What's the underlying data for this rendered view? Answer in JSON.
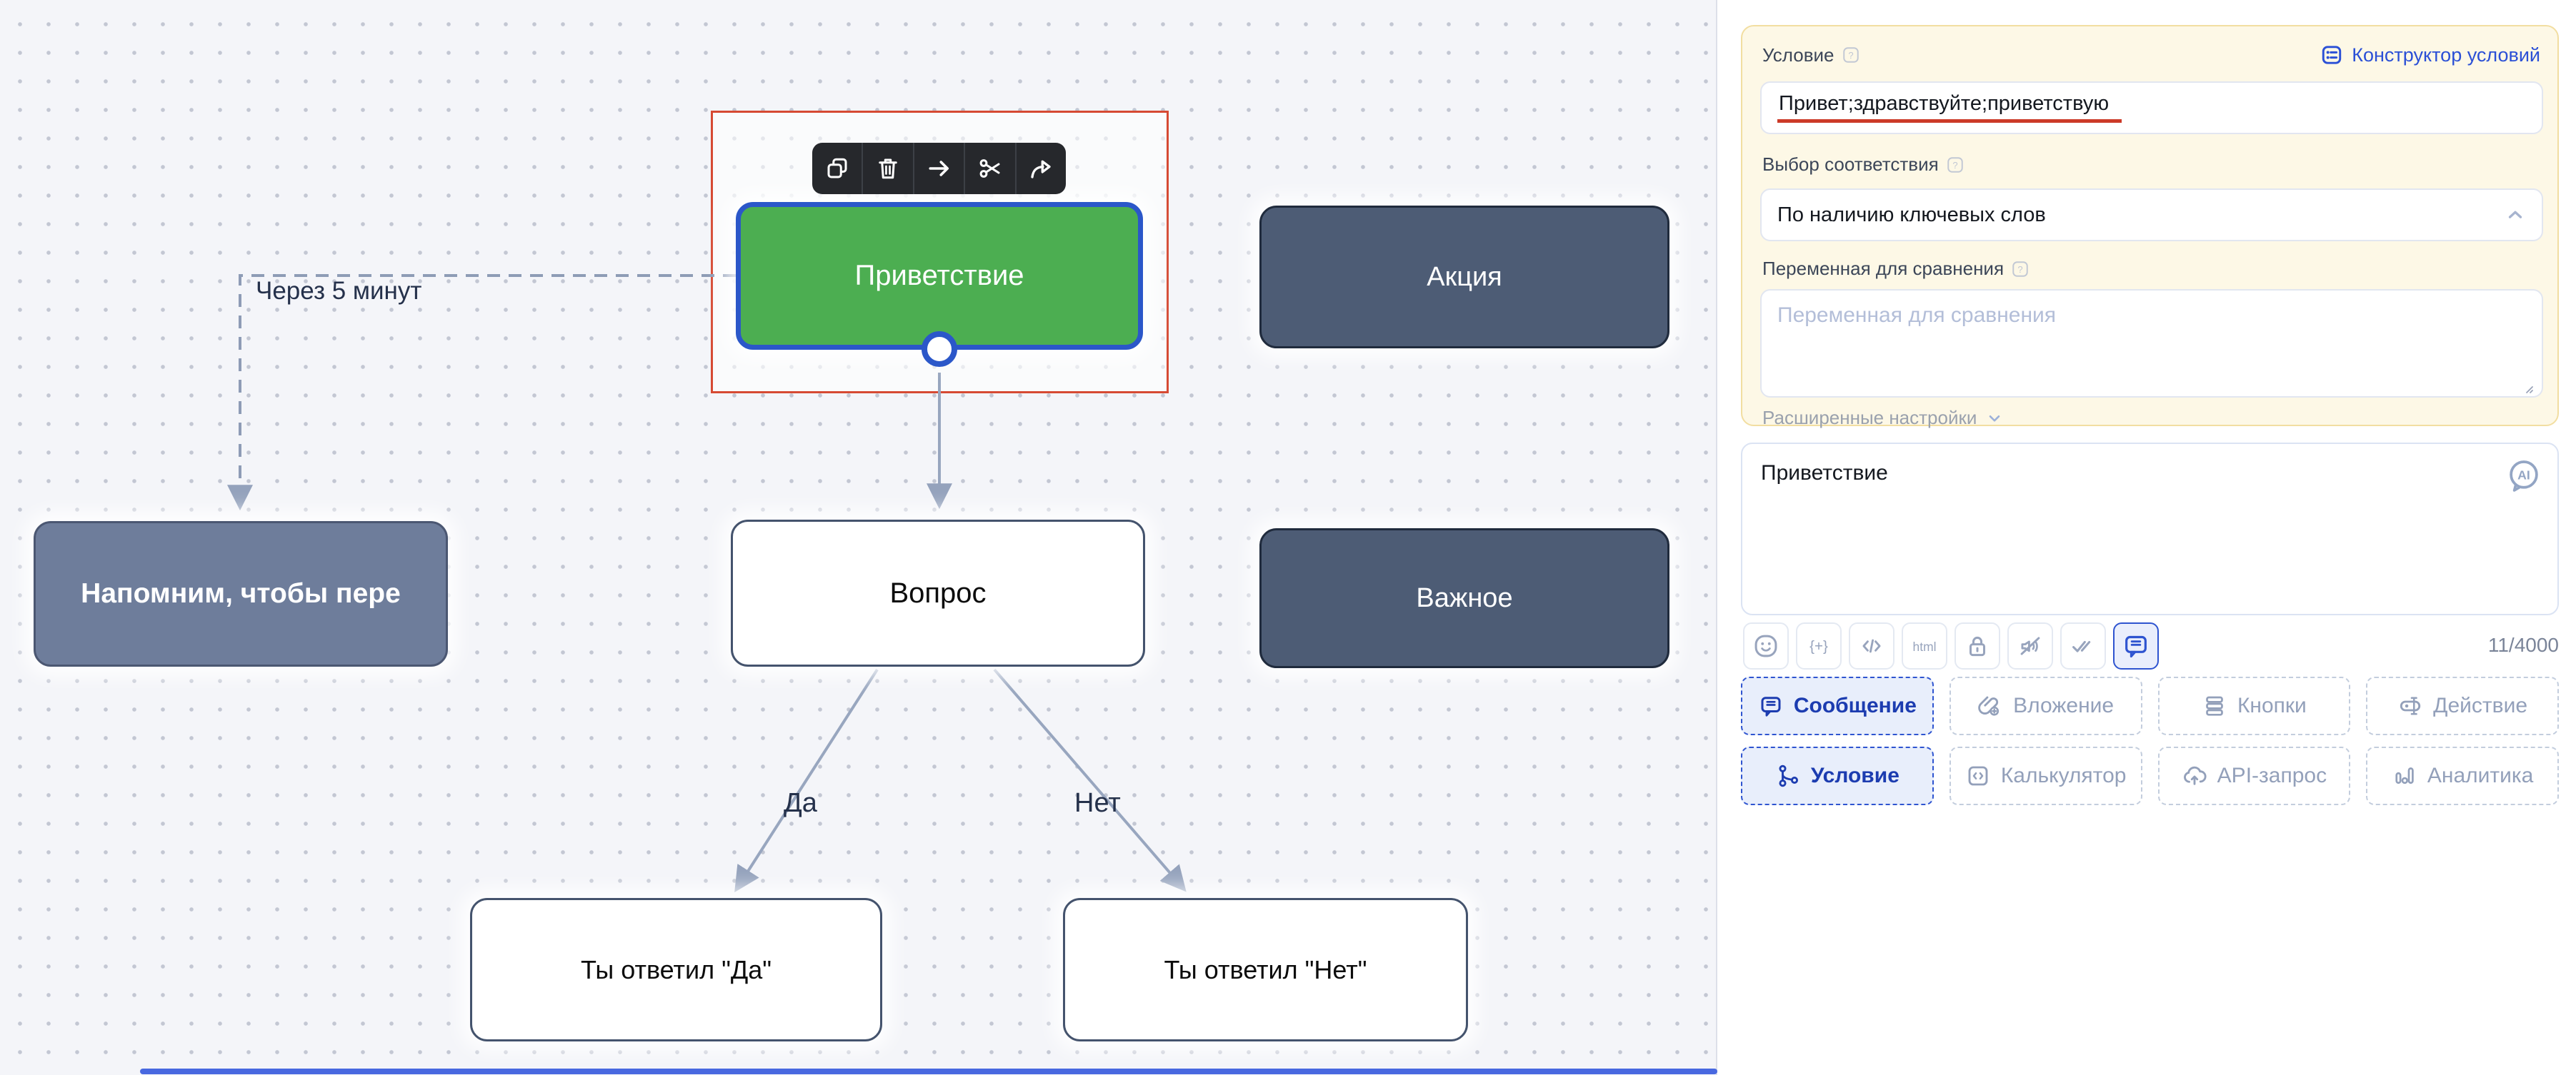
{
  "canvas": {
    "nodes": {
      "greeting": {
        "label": "Приветствие"
      },
      "promo": {
        "label": "Акция"
      },
      "reminder": {
        "label": "Напомним, чтобы пере"
      },
      "question": {
        "label": "Вопрос"
      },
      "important": {
        "label": "Важное"
      },
      "answered_yes": {
        "label": "Ты ответил \"Да\""
      },
      "answered_no": {
        "label": "Ты ответил \"Нет\""
      }
    },
    "edge_labels": {
      "delay": "Через 5 минут",
      "yes": "Да",
      "no": "Нет"
    }
  },
  "panel": {
    "condition_label": "Условие",
    "builder_label": "Конструктор условий",
    "condition_value": "Привет;здравствуйте;приветствую",
    "match_label": "Выбор соответствия",
    "match_value": "По наличию ключевых слов",
    "variable_label": "Переменная для сравнения",
    "variable_placeholder": "Переменная для сравнения",
    "advanced_label": "Расширенные настройки",
    "message_text": "Приветствие",
    "ai_label": "AI",
    "html_label": "html",
    "counter": "11/4000",
    "blocks": [
      {
        "label": "Сообщение",
        "active": true
      },
      {
        "label": "Вложение",
        "active": false
      },
      {
        "label": "Кнопки",
        "active": false
      },
      {
        "label": "Действие",
        "active": false
      },
      {
        "label": "Условие",
        "active": true
      },
      {
        "label": "Калькулятор",
        "active": false
      },
      {
        "label": "API-запрос",
        "active": false
      },
      {
        "label": "Аналитика",
        "active": false
      }
    ]
  },
  "colors": {
    "accent_blue": "#2b50d6",
    "node_green": "#4cae51",
    "node_dark": "#4d5c75",
    "selection_red": "#d64a33",
    "condition_underline_red": "#cc3a28"
  }
}
